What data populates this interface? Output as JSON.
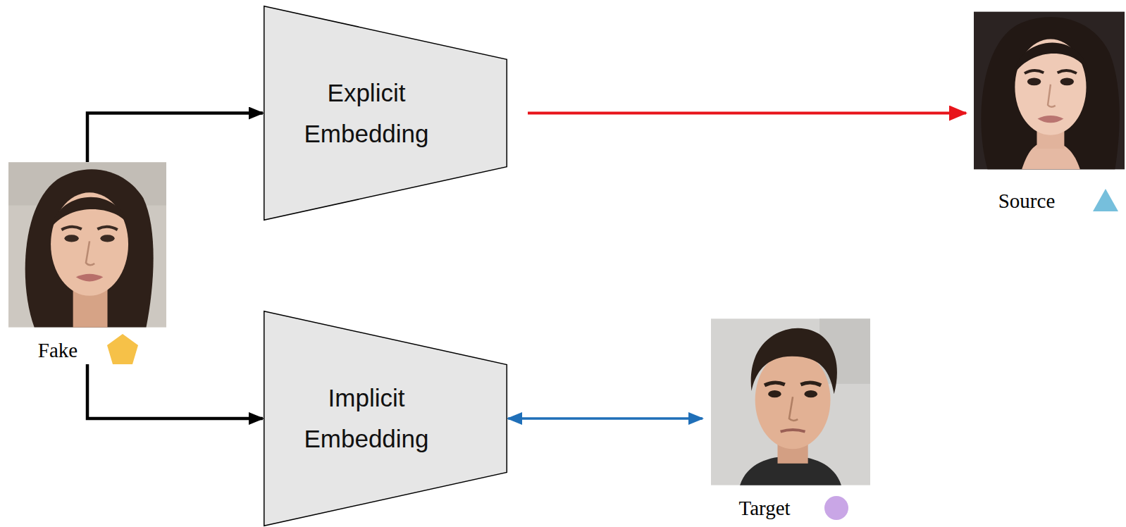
{
  "diagram": {
    "nodes": [
      {
        "text": [
          "Fake"
        ]
      },
      {
        "text": [
          "Explicit Embedding"
        ]
      },
      {
        "text": [
          "Implicit Embedding"
        ]
      },
      {
        "text": [
          "Target"
        ]
      },
      {
        "text": [
          "Source"
        ]
      }
    ],
    "edges": [
      {
        "from": 0,
        "to": 1,
        "arrow": "to"
      },
      {
        "from": 0,
        "to": 2,
        "arrow": "to"
      },
      {
        "from": 1,
        "to": 4,
        "arrow": "to"
      },
      {
        "from": 2,
        "to": 3,
        "arrow": "both"
      }
    ]
  }
}
